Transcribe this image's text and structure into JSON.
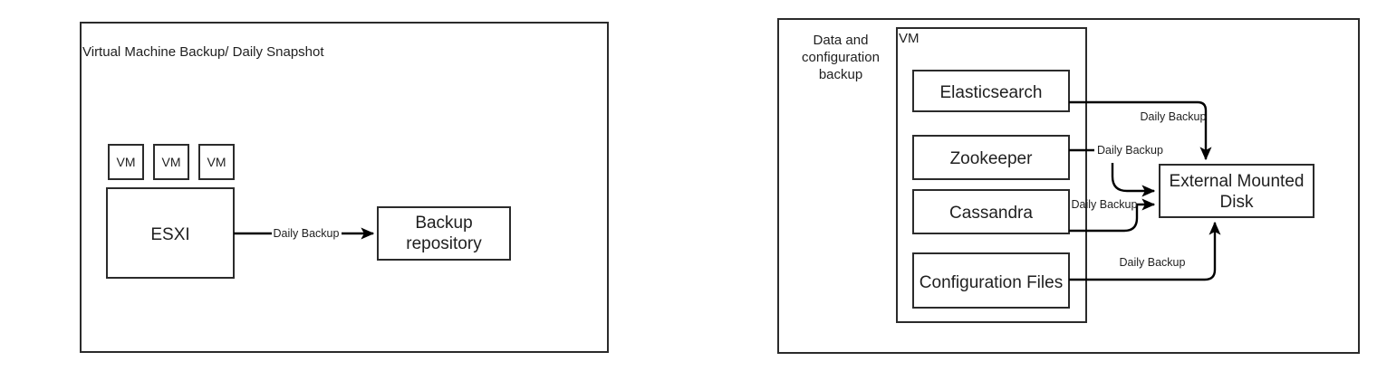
{
  "document": {
    "title": "Backup Architecture Diagram",
    "background_color": "#ffffff",
    "stroke_color": "#2b2b2b",
    "text_color": "#1f1f1f"
  },
  "left_panel": {
    "title": "Virtual Machine Backup/ Daily Snapshot",
    "vm_tags": [
      {
        "label": "VM"
      },
      {
        "label": "VM"
      },
      {
        "label": "VM"
      }
    ],
    "host": {
      "label": "ESXI"
    },
    "target": {
      "label_line1": "Backup",
      "label_line2": "repository"
    },
    "edges": [
      {
        "label": "Daily Backup",
        "from": "ESXI",
        "to": "Backup repository"
      }
    ]
  },
  "right_panel": {
    "group_label_line1": "Data and",
    "group_label_line2": "configuration",
    "group_label_line3": "backup",
    "vm_container": {
      "label": "VM"
    },
    "services": [
      {
        "label": "Elasticsearch"
      },
      {
        "label": "Zookeeper"
      },
      {
        "label": "Cassandra"
      },
      {
        "label": "Configuration Files"
      }
    ],
    "target": {
      "label_line1": "External Mounted",
      "label_line2": "Disk"
    },
    "edges": [
      {
        "label": "Daily Backup",
        "from": "Elasticsearch",
        "to": "External Mounted Disk"
      },
      {
        "label": "Daily Backup",
        "from": "Zookeeper",
        "to": "External Mounted Disk"
      },
      {
        "label": "Daily Backup",
        "from": "Cassandra",
        "to": "External Mounted Disk"
      },
      {
        "label": "Daily Backup",
        "from": "Configuration Files",
        "to": "External Mounted Disk"
      }
    ]
  }
}
